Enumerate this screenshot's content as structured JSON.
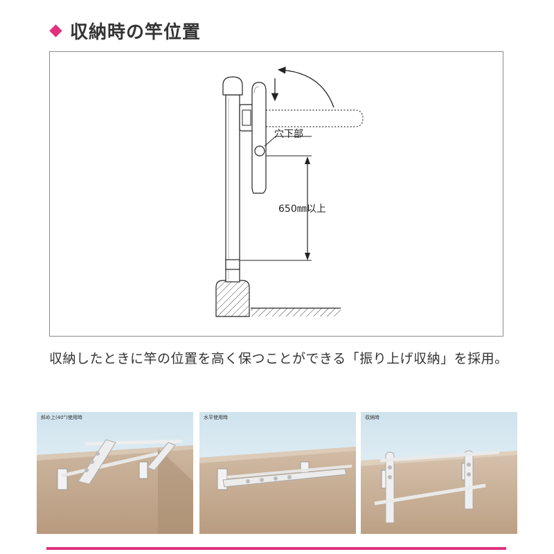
{
  "header": {
    "title": "収納時の竿位置",
    "accent_color": "#e0317e",
    "bullet_icon": "diamond-icon"
  },
  "diagram": {
    "label_hole": "穴下部",
    "label_height": "650㎜以上"
  },
  "description": "収納したときに竿の位置を高く保つことができる「振り上げ収納」を採用。",
  "photos": [
    {
      "label": "斜め上(40°)使用時"
    },
    {
      "label": "水平使用時"
    },
    {
      "label": "収納時"
    }
  ]
}
